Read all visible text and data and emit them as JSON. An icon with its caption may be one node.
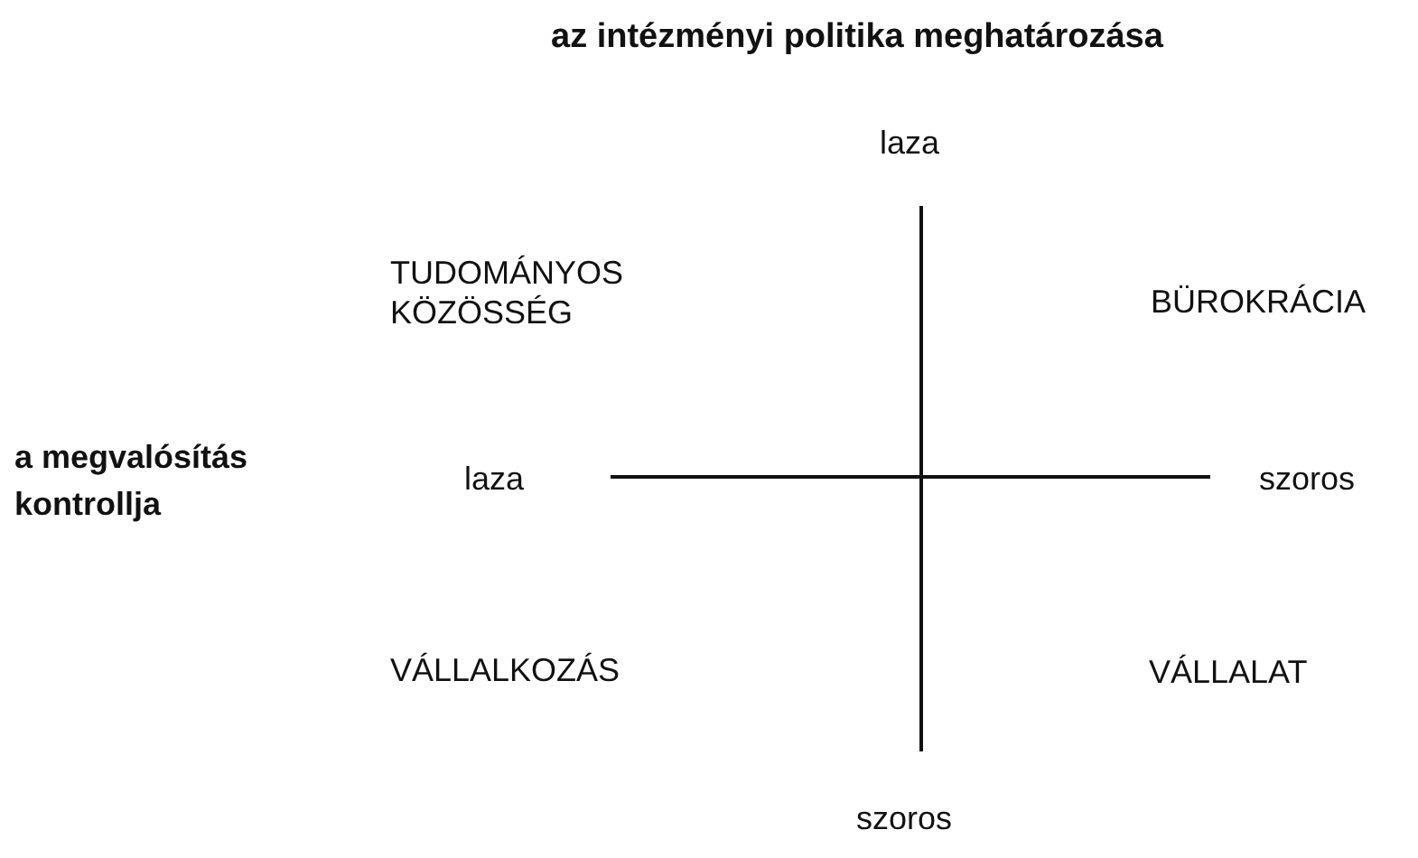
{
  "diagram": {
    "labels": [
      "az intézményi politika meghatározása",
      "laza",
      "TUDOMÁNYOS KÖZÖSSÉG",
      "BÜROKRÁCIA",
      "a megvalósítás kontrollja",
      "laza",
      "szoros",
      "VÁLLALKOZÁS",
      "VÁLLALAT",
      "szoros"
    ]
  }
}
